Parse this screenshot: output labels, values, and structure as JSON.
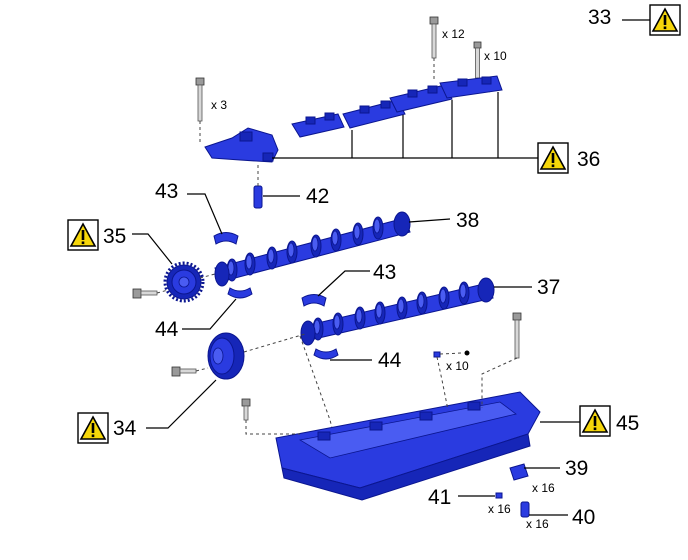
{
  "callouts": {
    "c33": "33",
    "c36": "36",
    "c42": "42",
    "c43a": "43",
    "c38": "38",
    "c35": "35",
    "c43b": "43",
    "c37": "37",
    "c44a": "44",
    "c44b": "44",
    "c34": "34",
    "c45": "45",
    "c39": "39",
    "c41": "41",
    "c40": "40"
  },
  "quantities": {
    "q_x12": "x 12",
    "q_x10_top": "x 10",
    "q_x3": "x 3",
    "q_x10_mid": "x 10",
    "q_x16_39": "x 16",
    "q_x16_41": "x 16",
    "q_x16_40": "x 16"
  },
  "icons": {
    "caution": "caution-warning-icon"
  },
  "colors": {
    "part_blue": "#2a3be0",
    "caution_yellow": "#f5d60a"
  }
}
